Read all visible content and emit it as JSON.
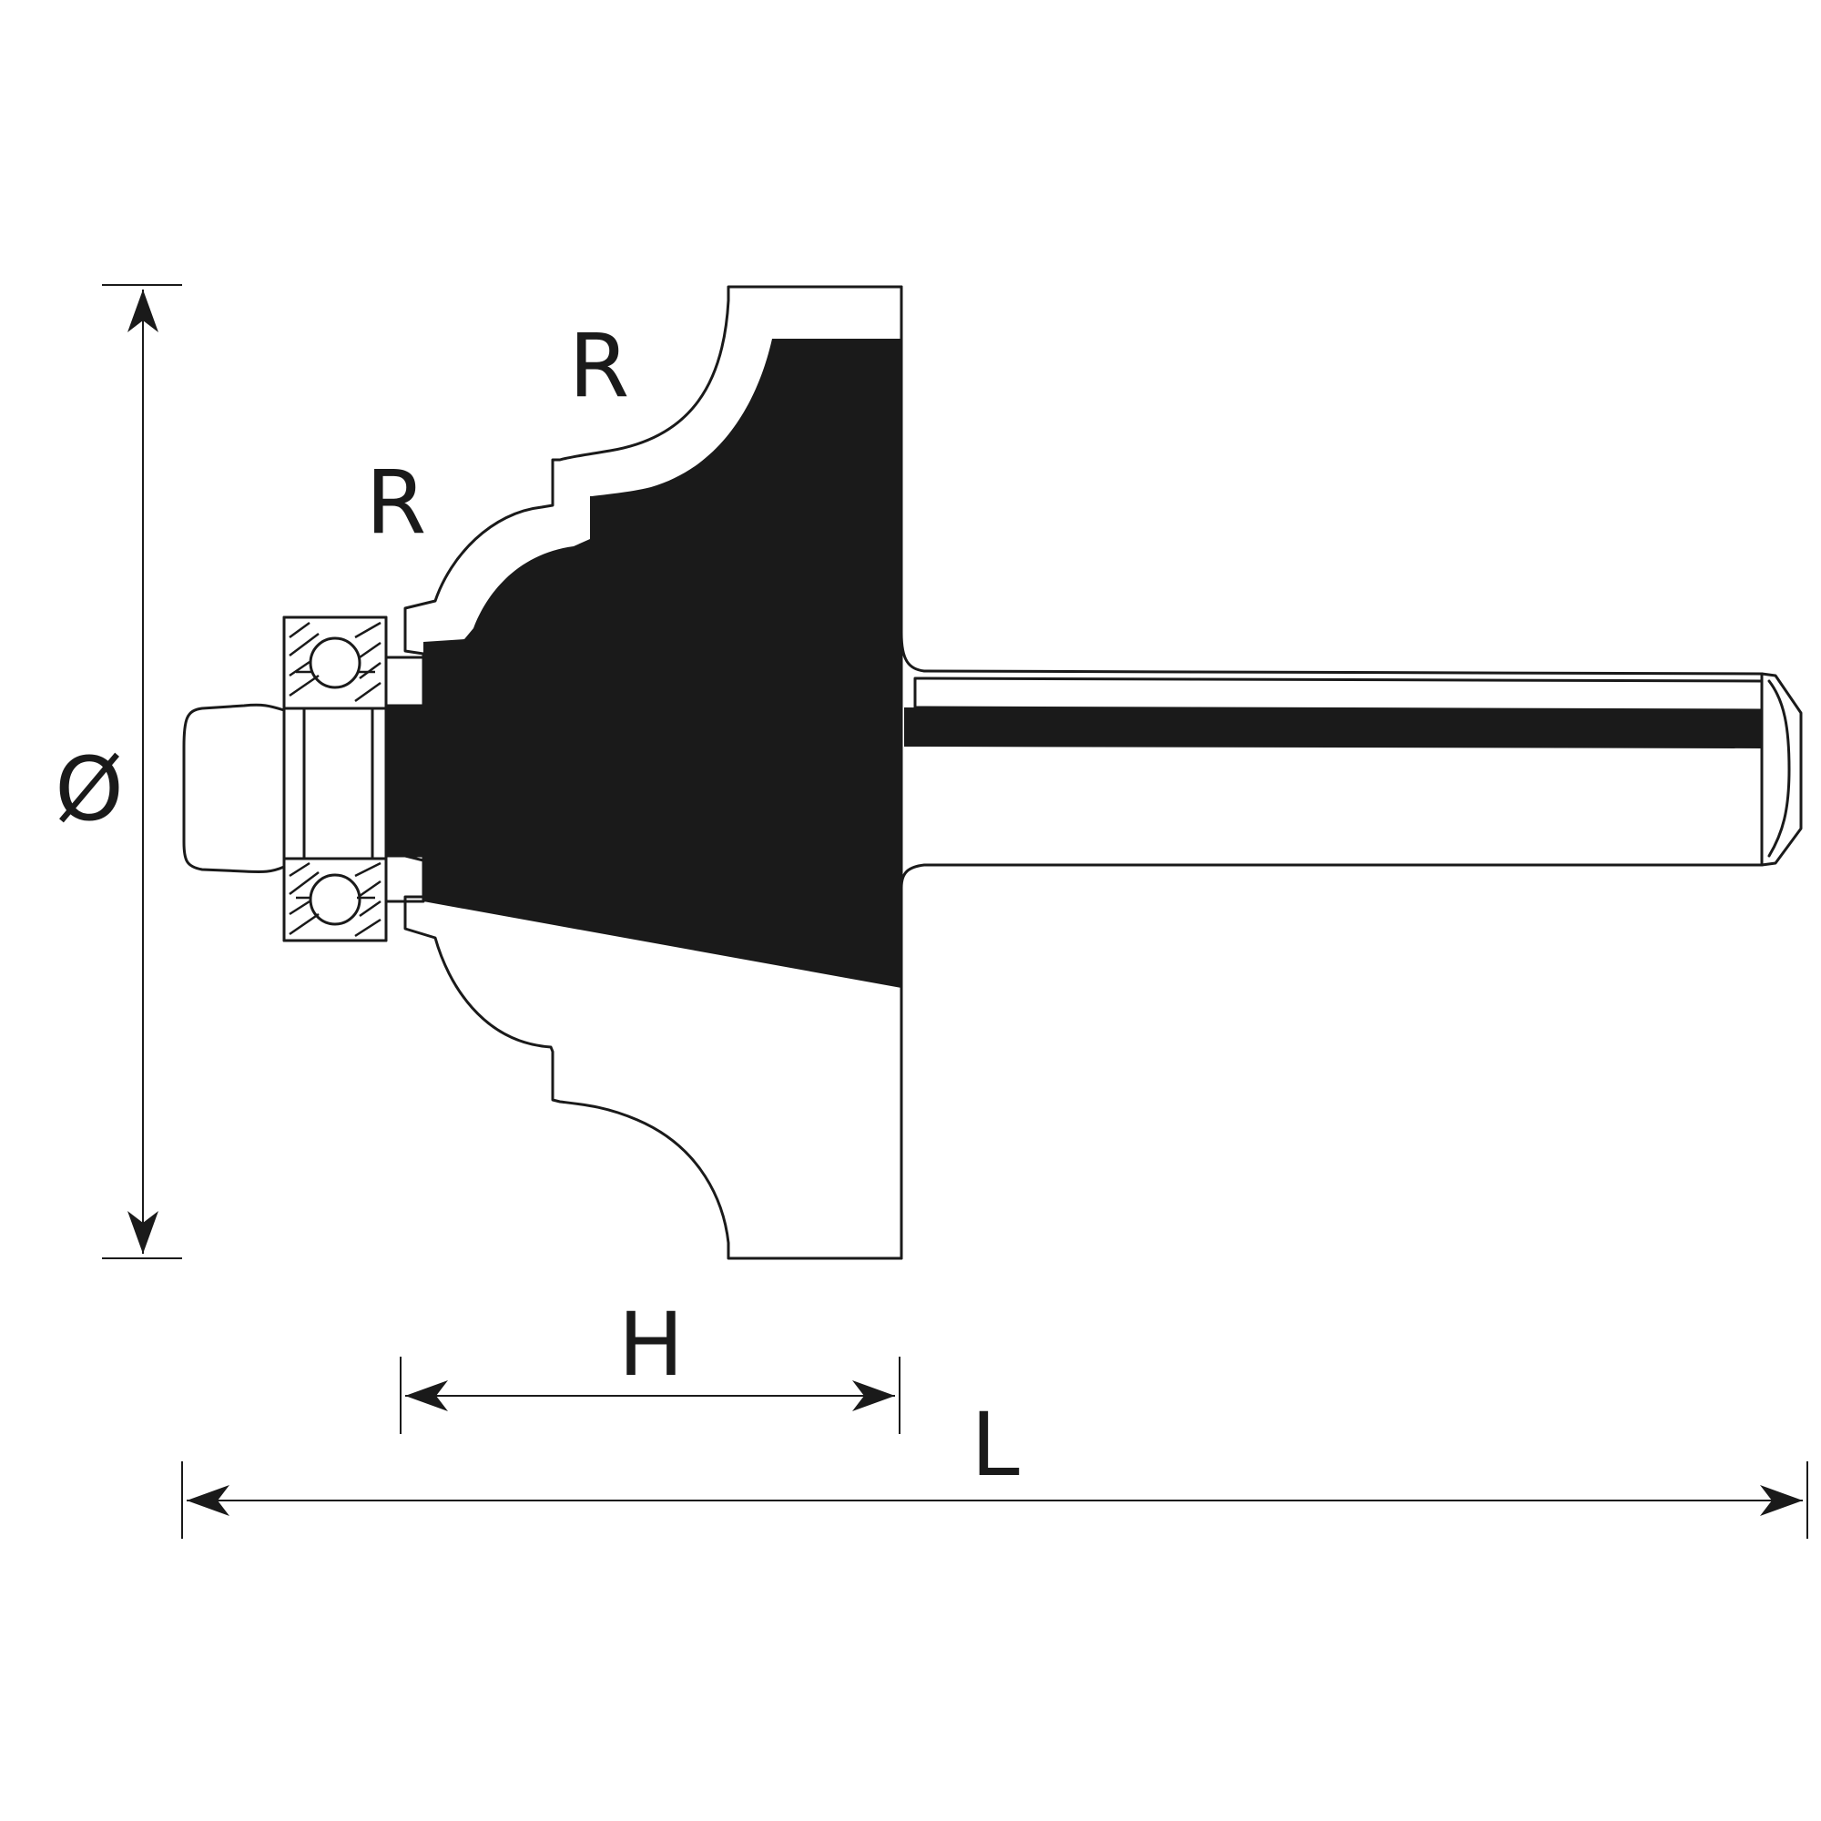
{
  "labels": {
    "radius_upper": "R",
    "radius_lower": "R",
    "diameter": "Ø",
    "height": "H",
    "length": "L"
  },
  "colors": {
    "ink": "#1a1a1a",
    "background": "#ffffff"
  }
}
